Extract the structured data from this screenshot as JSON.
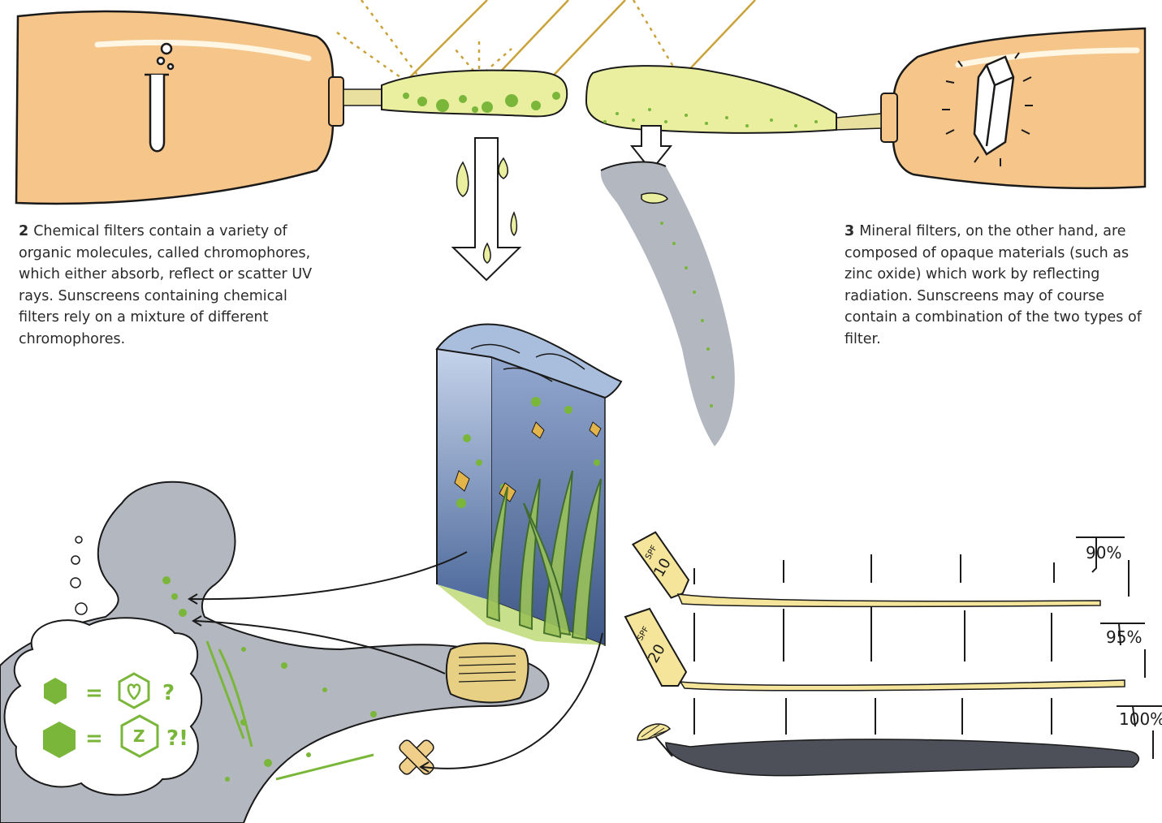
{
  "captions": {
    "chemical": {
      "number": "2",
      "text": "Chemical filters contain a variety of organic molecules, called chromo­phores, which either absorb, reflect or scatter UV rays. Sunscreens containing chemical filters rely on a mixture of different chromophores."
    },
    "mineral": {
      "number": "3",
      "text": "Mineral filters, on the other hand, are composed of opaque materials (such as zinc oxide) which work by reflecting radiation. Sunscreens may of course contain a combination of the two types of filter."
    }
  },
  "spf": {
    "tube_1_label_top": "SPF",
    "tube_1_label_num": "10",
    "tube_2_label_top": "SPF",
    "tube_2_label_num": "20",
    "percent_1": "90%",
    "percent_2": "95%",
    "percent_3": "100%"
  },
  "thought_bubble": {
    "row1_eq": "=",
    "row1_q": "?",
    "row2_eq": "=",
    "row2_q": "?!",
    "row2_letters": "Z"
  },
  "colors": {
    "tube": "#f5c58a",
    "tube_outline": "#1a1a1a",
    "cream": "#e9ef9f",
    "green": "#7ab63a",
    "water_top": "#b9c9e6",
    "water_bottom": "#5a75a6",
    "grey": "#b3b7bf",
    "shadow": "#4d5059",
    "ray": "#c9a23a"
  }
}
